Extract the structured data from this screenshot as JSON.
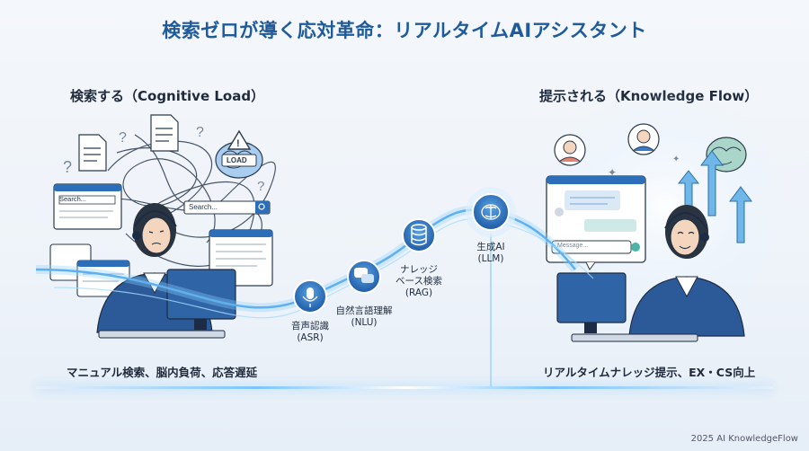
{
  "title": "検索ゼロが導く応対革命：リアルタイムAIアシスタント",
  "left": {
    "heading": "検索する（Cognitive Load）",
    "caption": "マニュアル検索、脳内負荷、応答遅延",
    "search_placeholder_1": "Search...",
    "search_placeholder_2": "Search...",
    "load_badge": "LOAD"
  },
  "right": {
    "heading": "提示される（Knowledge Flow）",
    "caption": "リアルタイムナレッジ提示、EX・CS向上",
    "message_placeholder": "Message..."
  },
  "pipeline": [
    {
      "label": "音声認識\n(ASR)",
      "icon": "microphone-icon"
    },
    {
      "label": "自然言語理解\n(NLU)",
      "icon": "chat-bubbles-icon"
    },
    {
      "label": "ナレッジ\nベース検索\n(RAG)",
      "icon": "database-icon"
    },
    {
      "label": "生成AI\n(LLM)",
      "icon": "brain-icon"
    }
  ],
  "footer": "2025 AI KnowledgeFlow",
  "colors": {
    "accent": "#1f5a9a",
    "node": "#2c6fb8",
    "glow": "#7cc4ff"
  }
}
